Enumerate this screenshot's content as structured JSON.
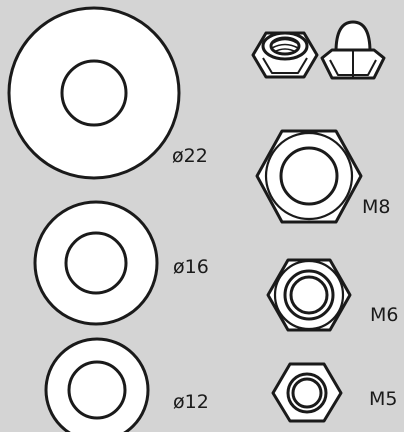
{
  "labels": {
    "washer_large": "ø22",
    "washer_medium": "ø16",
    "washer_small": "ø12",
    "nut_m8": "M8",
    "nut_m6": "M6",
    "nut_m5": "M5"
  },
  "colors": {
    "background": "#d4d4d4",
    "part_fill": "#ffffff",
    "stroke": "#1a1a1a"
  }
}
